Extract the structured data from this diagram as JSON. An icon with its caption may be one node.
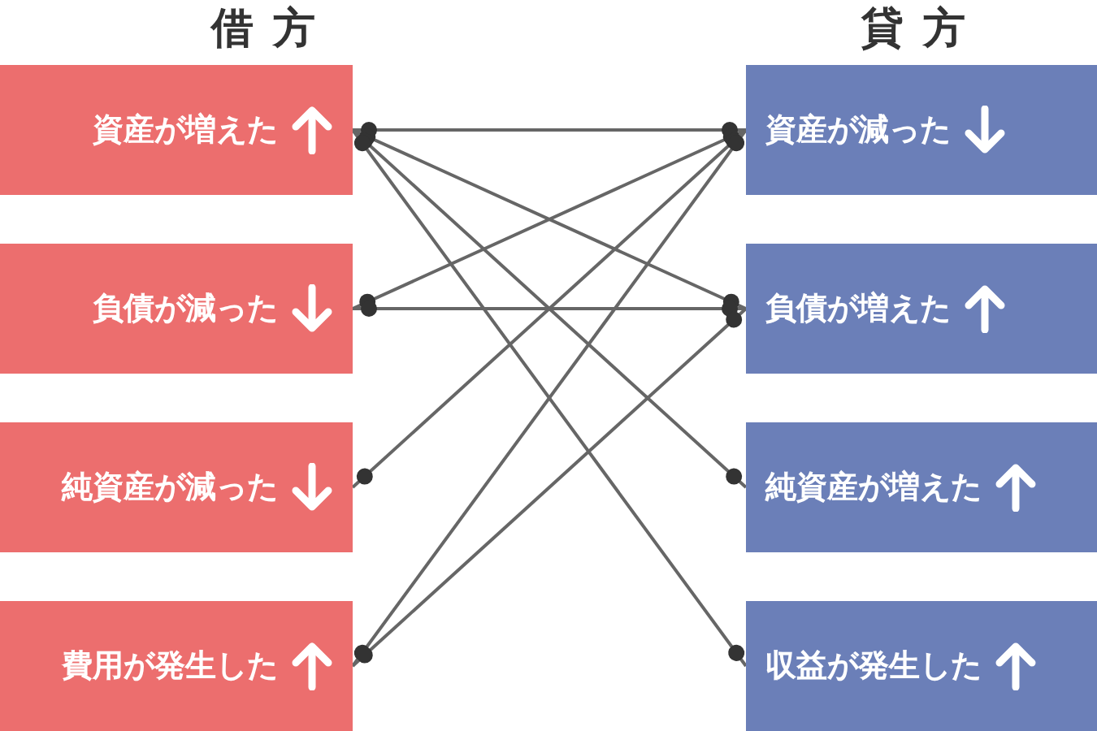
{
  "diagram": {
    "nodes": [
      {
        "text": [
          "資産が増えた"
        ]
      },
      {
        "text": [
          "負債が減った"
        ]
      },
      {
        "text": [
          "純資産が減った"
        ]
      },
      {
        "text": [
          "費用が発生した"
        ]
      },
      {
        "text": [
          "資産が減った"
        ]
      },
      {
        "text": [
          "負債が増えた"
        ]
      },
      {
        "text": [
          "純資産が増えた"
        ]
      },
      {
        "text": [
          "収益が発生した"
        ]
      }
    ],
    "edges": [
      {
        "from": 0,
        "to": 4,
        "arrow": "other"
      },
      {
        "from": 0,
        "to": 5,
        "arrow": "other"
      },
      {
        "from": 0,
        "to": 6,
        "arrow": "other"
      },
      {
        "from": 0,
        "to": 7,
        "arrow": "other"
      },
      {
        "from": 1,
        "to": 4,
        "arrow": "other"
      },
      {
        "from": 1,
        "to": 5,
        "arrow": "other"
      },
      {
        "from": 2,
        "to": 4,
        "arrow": "other"
      },
      {
        "from": 3,
        "to": 4,
        "arrow": "other"
      },
      {
        "from": 3,
        "to": 5,
        "arrow": "other"
      }
    ],
    "labels": [
      "借方",
      "貸方"
    ]
  }
}
